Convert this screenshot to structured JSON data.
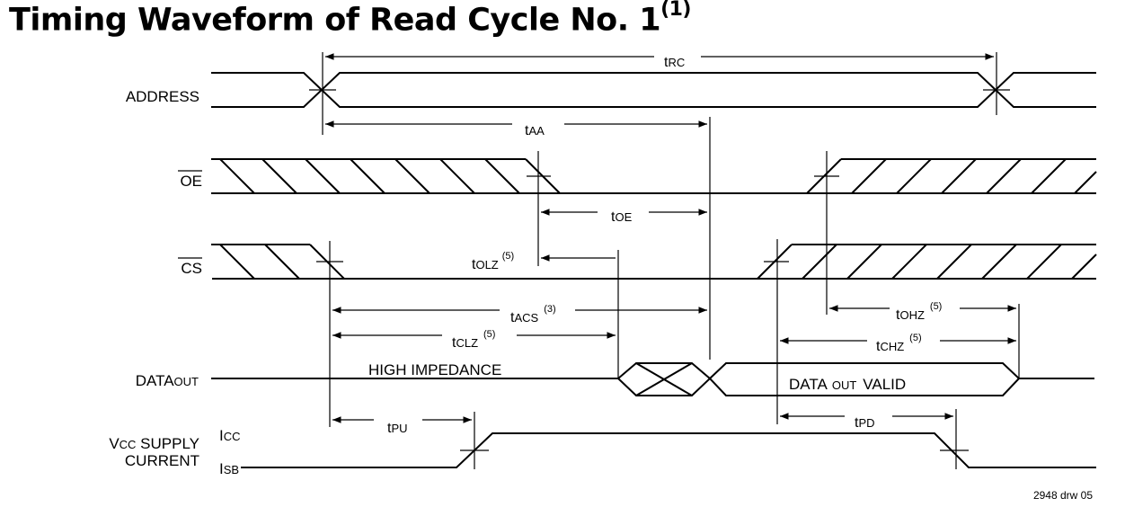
{
  "title": {
    "text": "Timing Waveform of Read Cycle No. 1",
    "note": "(1)"
  },
  "signals": {
    "address": "ADDRESS",
    "oe": "OE",
    "cs": "CS",
    "data_main": "DATA",
    "data_sub": "OUT",
    "vcc_line1_main": "V",
    "vcc_line1_sub": "CC",
    "vcc_line1_rest": " SUPPLY",
    "vcc_line2": "CURRENT",
    "icc_main": "I",
    "icc_sub": "CC",
    "isb_main": "I",
    "isb_sub": "SB"
  },
  "annotations": {
    "high_impedance": "HIGH IMPEDANCE",
    "data_valid_main": "DATA",
    "data_valid_sub": "OUT",
    "data_valid_rest": "VALID",
    "drawing_number": "2948 drw 05"
  },
  "timing": {
    "trc": {
      "t": "t",
      "sub": "RC",
      "note": ""
    },
    "taa": {
      "t": "t",
      "sub": "AA",
      "note": ""
    },
    "toe": {
      "t": "t",
      "sub": "OE",
      "note": ""
    },
    "tolz": {
      "t": "t",
      "sub": "OLZ",
      "note": "(5)"
    },
    "tacs": {
      "t": "t",
      "sub": "ACS",
      "note": "(3)"
    },
    "tclz": {
      "t": "t",
      "sub": "CLZ",
      "note": "(5)"
    },
    "tohz": {
      "t": "t",
      "sub": "OHZ",
      "note": "(5)"
    },
    "tchz": {
      "t": "t",
      "sub": "CHZ",
      "note": "(5)"
    },
    "tpu": {
      "t": "t",
      "sub": "PU",
      "note": ""
    },
    "tpd": {
      "t": "t",
      "sub": "PD",
      "note": ""
    }
  }
}
